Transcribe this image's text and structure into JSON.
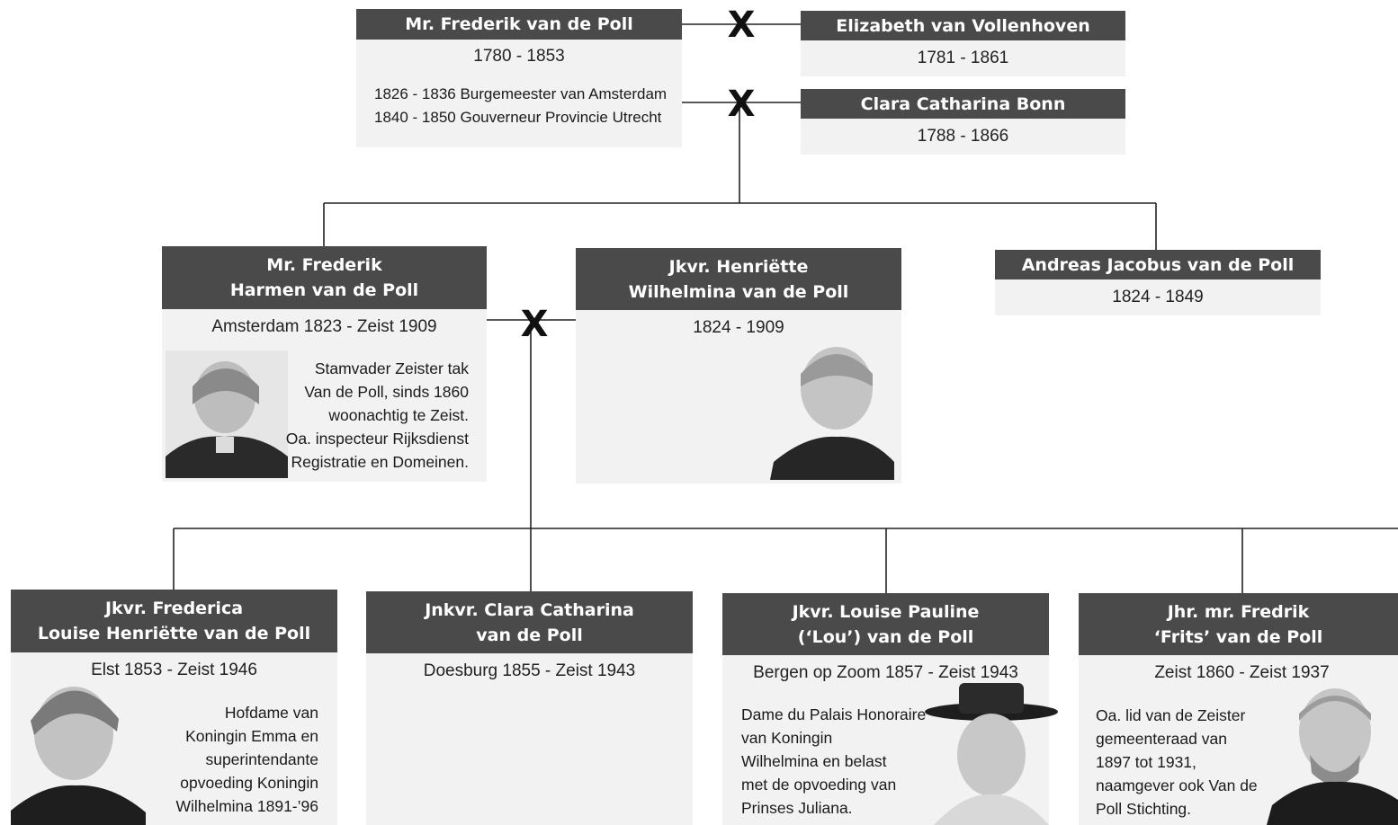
{
  "persons": {
    "frederik_sr": {
      "name_lines": [
        "Mr. Frederik van de Poll"
      ],
      "dates": "1780 - 1853",
      "note": "1826 - 1836 Burgemeester van Amsterdam\n1840 - 1850 Gouverneur Provincie Utrecht"
    },
    "elizabeth": {
      "name_lines": [
        "Elizabeth van Vollenhoven"
      ],
      "dates": "1781 - 1861"
    },
    "clara_bonn": {
      "name_lines": [
        "Clara Catharina Bonn"
      ],
      "dates": "1788 - 1866"
    },
    "frederik_harmen": {
      "name_lines": [
        "Mr. Frederik",
        "Harmen van de Poll"
      ],
      "dates": "Amsterdam 1823 - Zeist 1909",
      "note": "Stamvader Zeister tak\nVan de Poll, sinds 1860\nwoonachtig te Zeist.\nOa. inspecteur Rijksdienst\nRegistratie en Domeinen."
    },
    "henriette_wilhelmina": {
      "name_lines": [
        "Jkvr. Henriëtte",
        "Wilhelmina van de Poll"
      ],
      "dates": "1824 - 1909"
    },
    "andreas_jacobus": {
      "name_lines": [
        "Andreas Jacobus van de Poll"
      ],
      "dates": "1824 - 1849"
    },
    "frederica": {
      "name_lines": [
        "Jkvr. Frederica",
        "Louise Henriëtte van de Poll"
      ],
      "dates": "Elst 1853 - Zeist 1946",
      "note": "Hofdame van\nKoningin Emma en\nsuperintendante\nopvoeding Koningin\nWilhelmina 1891-’96"
    },
    "clara_catharina": {
      "name_lines": [
        "Jnkvr. Clara Catharina",
        "van de Poll"
      ],
      "dates": "Doesburg 1855 - Zeist 1943"
    },
    "louise_pauline": {
      "name_lines": [
        "Jkvr. Louise Pauline",
        "(‘Lou’) van de Poll"
      ],
      "dates": "Bergen op Zoom 1857 - Zeist 1943",
      "note": "Dame du Palais Honoraire\n van  Koningin\nWilhelmina en belast\nmet de opvoeding van\nPrinses Juliana."
    },
    "frits": {
      "name_lines": [
        "Jhr. mr. Fredrik",
        "‘Frits’ van de Poll"
      ],
      "dates": "Zeist 1860 - Zeist 1937",
      "note": "Oa. lid van de Zeister\n gemeenteraad van\n1897 tot 1931,\nnaamgever ook Van de\nPoll Stichting."
    }
  },
  "marriage_symbol": "X",
  "colors": {
    "header_bg": "#4a4a4a",
    "header_text": "#ffffff",
    "panel_bg": "#f2f2f2",
    "line": "#222222"
  }
}
